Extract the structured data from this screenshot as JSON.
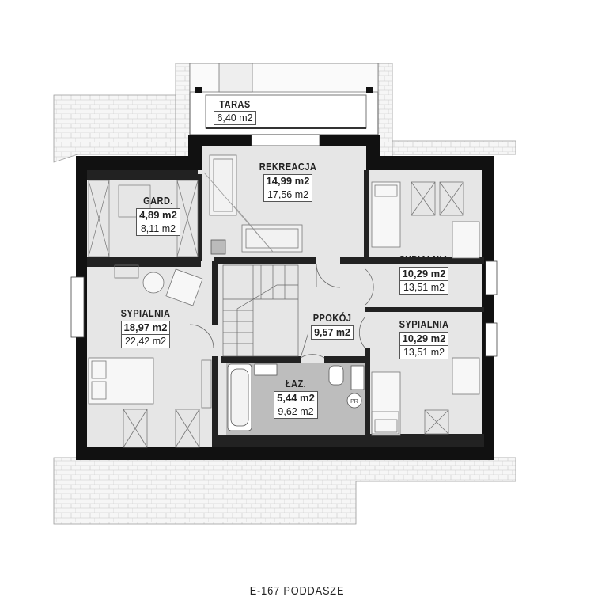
{
  "plan": {
    "caption": "E-167 PODDASZE",
    "rooms": [
      {
        "id": "taras",
        "name": "TARAS",
        "area_net": "6,40 m2",
        "area_gross": ""
      },
      {
        "id": "rekreacja",
        "name": "REKREACJA",
        "area_net": "14,99 m2",
        "area_gross": "17,56 m2"
      },
      {
        "id": "gard",
        "name": "GARD.",
        "area_net": "4,89 m2",
        "area_gross": "8,11 m2"
      },
      {
        "id": "sypialnia_right_top",
        "name": "SYPIALNIA",
        "area_net": "10,29 m2",
        "area_gross": "13,51 m2"
      },
      {
        "id": "sypialnia_left",
        "name": "SYPIALNIA",
        "area_net": "18,97 m2",
        "area_gross": "22,42 m2"
      },
      {
        "id": "ppokoj",
        "name": "PPOKÓJ",
        "area_net": "9,57 m2",
        "area_gross": ""
      },
      {
        "id": "sypialnia_right_bottom",
        "name": "SYPIALNIA",
        "area_net": "10,29 m2",
        "area_gross": "13,51 m2"
      },
      {
        "id": "laz",
        "name": "ŁAZ.",
        "area_net": "5,44 m2",
        "area_gross": "9,62 m2"
      }
    ],
    "fixture_labels": {
      "boiler": "PR"
    },
    "colors": {
      "wall": "#111111",
      "floor": "#e6e6e6",
      "bath": "#bdbdbd",
      "roof": "#f4f4f4"
    }
  }
}
